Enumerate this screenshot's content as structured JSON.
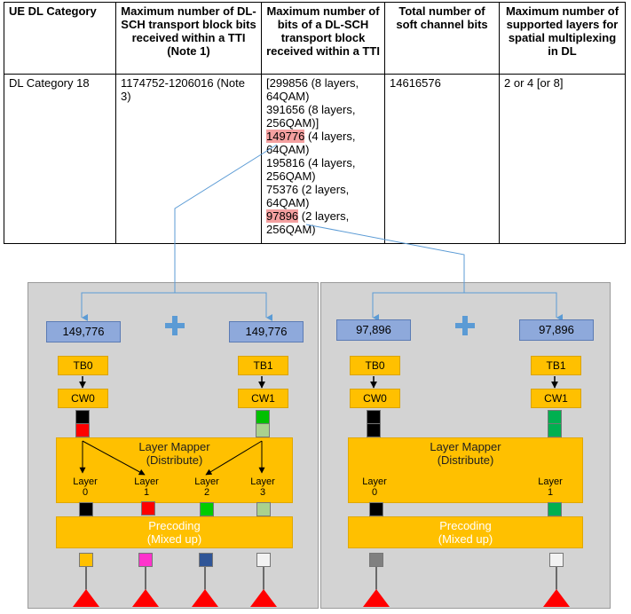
{
  "table": {
    "headers": [
      "UE DL Category",
      "Maximum number of DL-SCH transport block bits received within a TTI (Note 1)",
      "Maximum number of bits of a DL-SCH transport block received within a TTI",
      "Total number of soft channel bits",
      "Maximum number of supported layers for spatial multiplexing in DL"
    ],
    "row": {
      "category": "DL Category 18",
      "max_tb_bits": "1174752-1206016 (Note 3)",
      "bits_lines": [
        "[299856 (8 layers, 64QAM)",
        "391656 (8 layers, 256QAM)]",
        "149776",
        "(4 layers, 64QAM)",
        "195816 (4 layers, 256QAM)",
        "75376 (2 layers, 64QAM)",
        "97896",
        "(2 layers, 256QAM)"
      ],
      "soft_bits": "14616576",
      "layers": "2 or 4 [or 8]"
    },
    "highlight_color": "#f4a0a0"
  },
  "left_panel": {
    "tb_sizes": [
      "149,776",
      "149,776"
    ],
    "tb_labels": [
      "TB0",
      "TB1"
    ],
    "cw_labels": [
      "CW0",
      "CW1"
    ],
    "mapper_label": [
      "Layer Mapper",
      "(Distribute)"
    ],
    "layers": [
      [
        "Layer",
        "0"
      ],
      [
        "Layer",
        "1"
      ],
      [
        "Layer",
        "2"
      ],
      [
        "Layer",
        "3"
      ]
    ],
    "precoding_label": [
      "Precoding",
      "(Mixed up)"
    ]
  },
  "right_panel": {
    "tb_sizes": [
      "97,896",
      "97,896"
    ],
    "tb_labels": [
      "TB0",
      "TB1"
    ],
    "cw_labels": [
      "CW0",
      "CW1"
    ],
    "mapper_label": [
      "Layer Mapper",
      "(Distribute)"
    ],
    "layers": [
      [
        "Layer",
        "0"
      ],
      [
        "Layer",
        "1"
      ]
    ],
    "precoding_label": [
      "Precoding",
      "(Mixed up)"
    ]
  },
  "icons": {
    "plus": "plus-icon",
    "antenna": "antenna-icon"
  },
  "colors": {
    "panel_bg": "#d3d3d3",
    "num_box": "#8ea9db",
    "block": "#ffc000",
    "plus": "#5b9bd5",
    "antenna": "#ff0000",
    "wire": "#5b9bd5"
  },
  "symbol_colors": {
    "left_cw0": [
      "#000000",
      "#ff0000"
    ],
    "left_cw1": [
      "#00c000",
      "#a9d18e"
    ],
    "left_layers": [
      "#000000",
      "#ff0000",
      "#00cc00",
      "#a9d18e"
    ],
    "left_precoded": [
      "#ffc000",
      "#ff33cc",
      "#2f5597",
      "#f2f2f2"
    ],
    "right_cw0": [
      "#000000",
      "#000000"
    ],
    "right_cw1": [
      "#00b050",
      "#00b050"
    ],
    "right_layers": [
      "#000000",
      "#00b050"
    ],
    "right_precoded": [
      "#808080",
      "#f2f2f2"
    ]
  }
}
